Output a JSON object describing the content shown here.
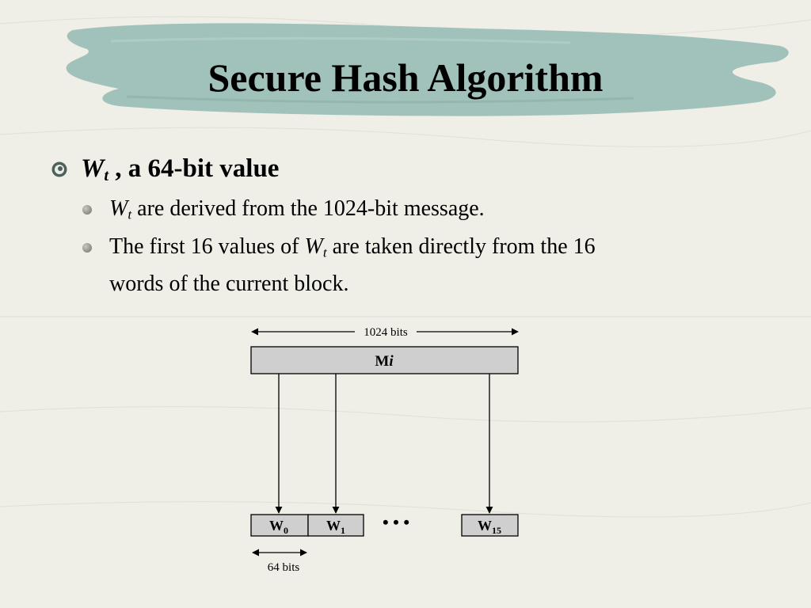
{
  "slide": {
    "title": "Secure Hash Algorithm",
    "bullet": {
      "symbol": "W",
      "symbol_sub": "t",
      "text": " , a 64-bit value"
    },
    "subbullets": [
      {
        "symbol": "W",
        "symbol_sub": "t",
        "text": " are derived from the 1024-bit message."
      },
      {
        "prefix": "The first 16 values of ",
        "symbol": "W",
        "symbol_sub": "t",
        "suffix": " are taken directly from the 16",
        "line2": "words of the current block."
      }
    ]
  },
  "diagram": {
    "block_label": "M",
    "block_label_sub": "i",
    "width_label": "1024 bits",
    "word_base": "W",
    "words": [
      {
        "base": "W",
        "sub": "0"
      },
      {
        "base": "W",
        "sub": "1"
      },
      {
        "base": "W",
        "sub": "15"
      }
    ],
    "ellipsis": "• • •",
    "word_width_label": "64 bits"
  },
  "colors": {
    "brush_stroke": "#9bbfb7",
    "block_fill": "#cfcfcf",
    "background": "#efeee7"
  }
}
